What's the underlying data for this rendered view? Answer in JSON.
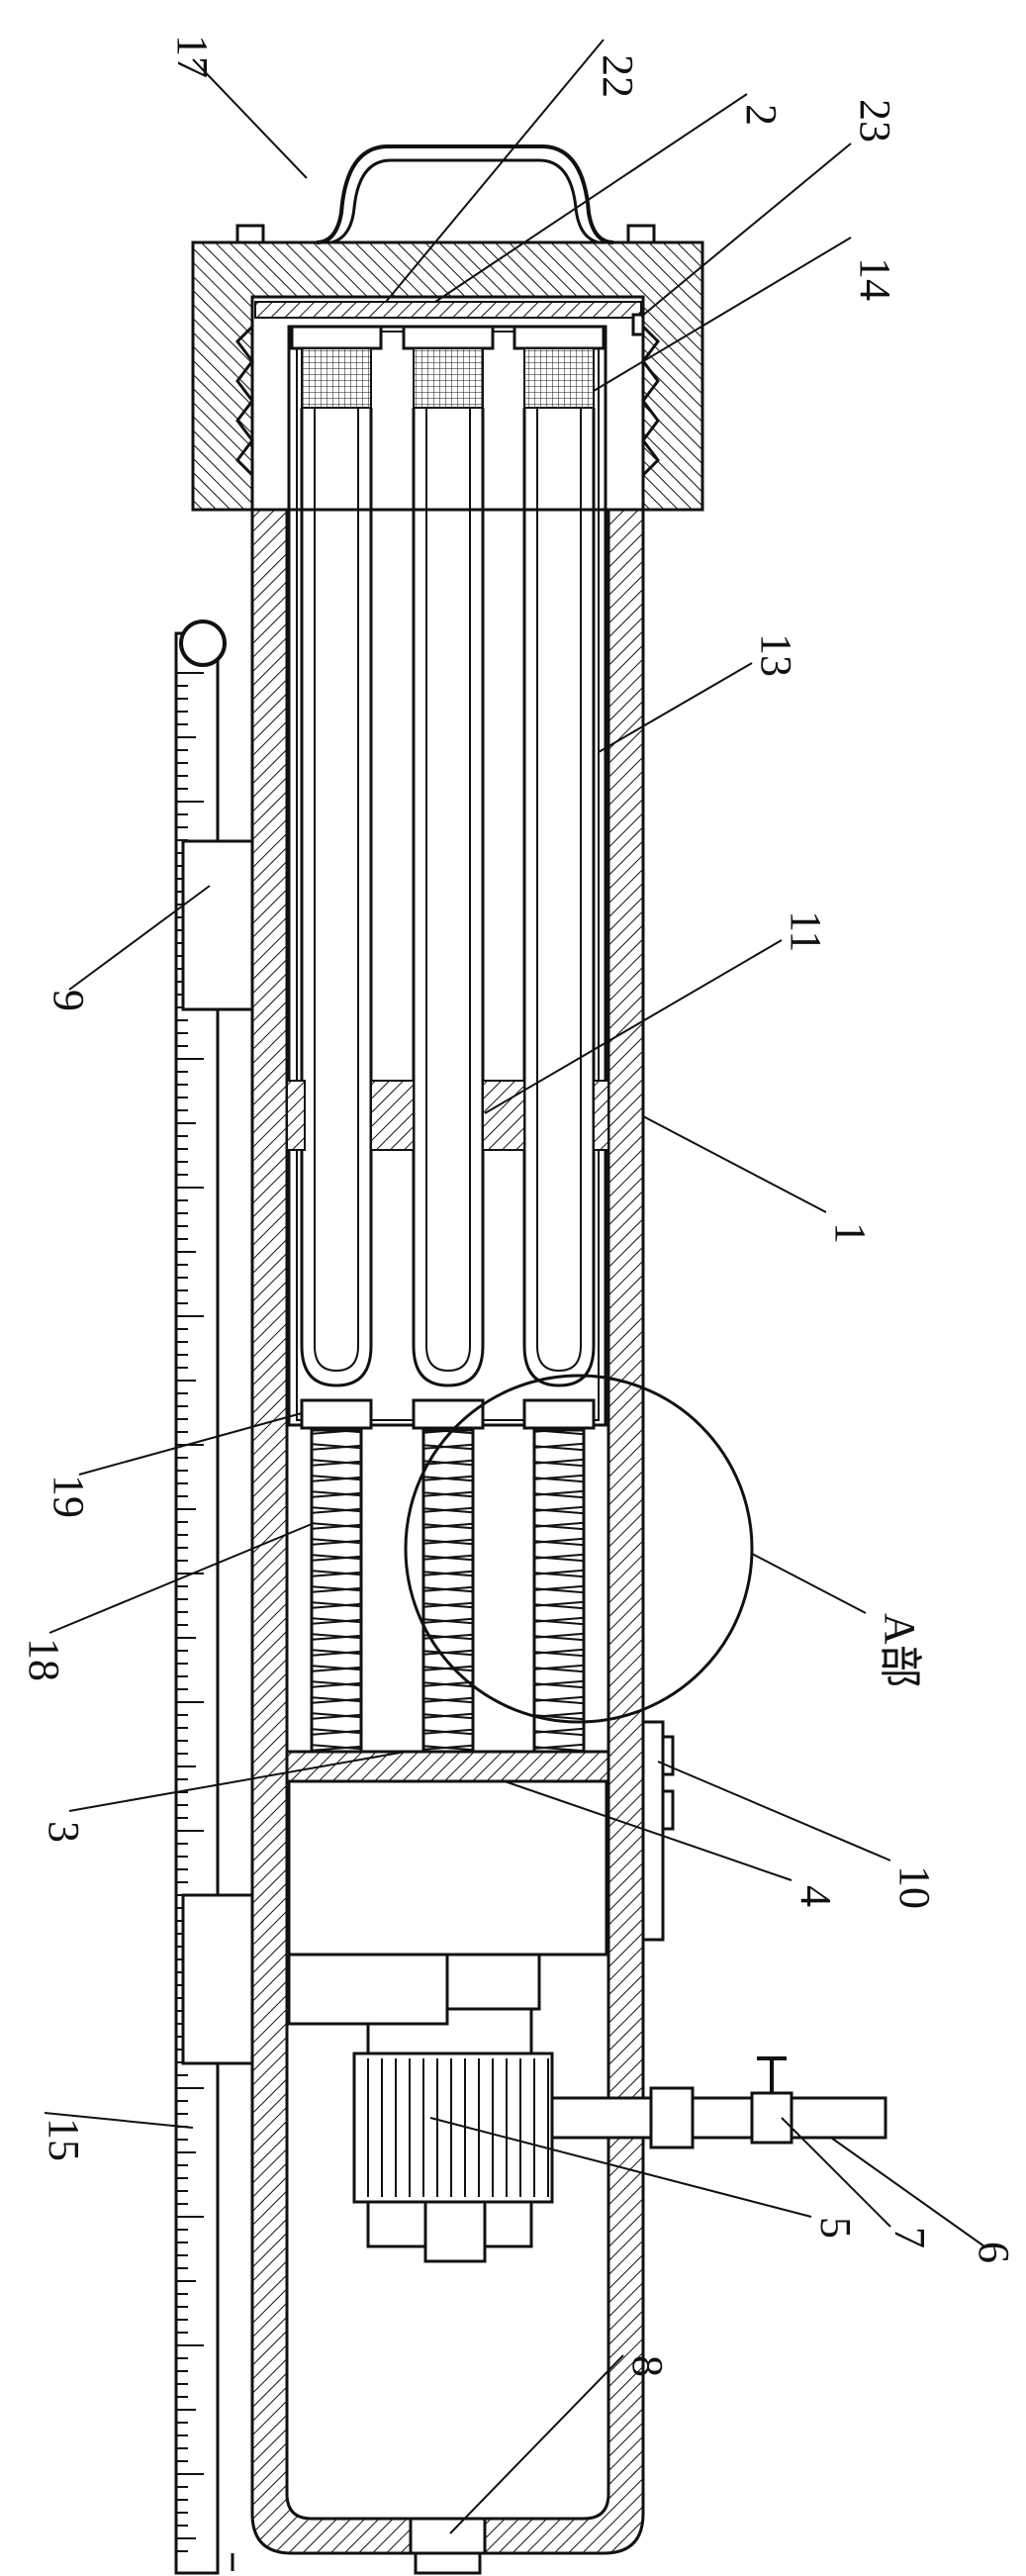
{
  "figure": {
    "part_labels": [
      {
        "id": "17",
        "text": "17"
      },
      {
        "id": "22",
        "text": "22"
      },
      {
        "id": "2",
        "text": "2"
      },
      {
        "id": "23",
        "text": "23"
      },
      {
        "id": "14",
        "text": "14"
      },
      {
        "id": "13",
        "text": "13"
      },
      {
        "id": "11",
        "text": "11"
      },
      {
        "id": "9",
        "text": "9"
      },
      {
        "id": "1",
        "text": "1"
      },
      {
        "id": "19",
        "text": "19"
      },
      {
        "id": "18",
        "text": "18"
      },
      {
        "id": "A",
        "text": "A部"
      },
      {
        "id": "3",
        "text": "3"
      },
      {
        "id": "4",
        "text": "4"
      },
      {
        "id": "10",
        "text": "10"
      },
      {
        "id": "15",
        "text": "15"
      },
      {
        "id": "5",
        "text": "5"
      },
      {
        "id": "7",
        "text": "7"
      },
      {
        "id": "6",
        "text": "6"
      },
      {
        "id": "8",
        "text": "8"
      }
    ]
  }
}
